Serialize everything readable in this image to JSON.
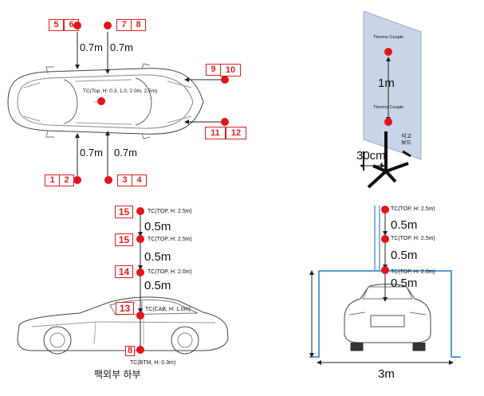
{
  "top_view": {
    "tag_5": "5",
    "tag_6": "6",
    "tag_7": "7",
    "tag_8": "8",
    "tag_9": "9",
    "tag_10": "10",
    "tag_11": "11",
    "tag_12": "12",
    "tag_1": "1",
    "tag_2": "2",
    "tag_3": "3",
    "tag_4": "4",
    "dist_top_left": "0.7m",
    "dist_top_right": "0.7m",
    "dist_bottom_left": "0.7m",
    "dist_bottom_right": "0.7m",
    "tc_top_label": "TC(Top, H: 0.3, 1.0, 2.0m, 2.5m)"
  },
  "board_view": {
    "thermo_upper": "Thermo Couple",
    "thermo_lower": "Thermo Couple",
    "dist_1m": "1m",
    "board_label": "석고\n보드",
    "dist_30cm": "30cm"
  },
  "side_view": {
    "tag_15a": "15",
    "tag_15b": "15",
    "tag_14": "14",
    "tag_13": "13",
    "tag_8": "8",
    "tc_1": "TC(TOP, H: 2.5m)",
    "tc_2": "TC(TOP, H: 2.5m)",
    "tc_3": "TC(TOP, H: 2.0m)",
    "tc_cab": "TC(CAB, H: 1.0m)",
    "tc_btm": "TC(BTM, H: 0.3m)",
    "dist_1": "0.5m",
    "dist_2": "0.5m",
    "dist_3": "0.5m",
    "caption": "팩외부 하부"
  },
  "front_view": {
    "tc_1": "TC(TOP, H: 2.5m)",
    "tc_2": "TC(TOP, H: 2.5m)",
    "tc_3": "TC(TOP, H: 2.0m)",
    "dist_1": "0.5m",
    "dist_2": "0.5m",
    "dist_3": "0.5m",
    "width": "3m"
  },
  "colors": {
    "marker": "#e4141b",
    "tag_border": "#e02020",
    "frame": "#5b9bd5",
    "board": "#c9d4e8"
  }
}
